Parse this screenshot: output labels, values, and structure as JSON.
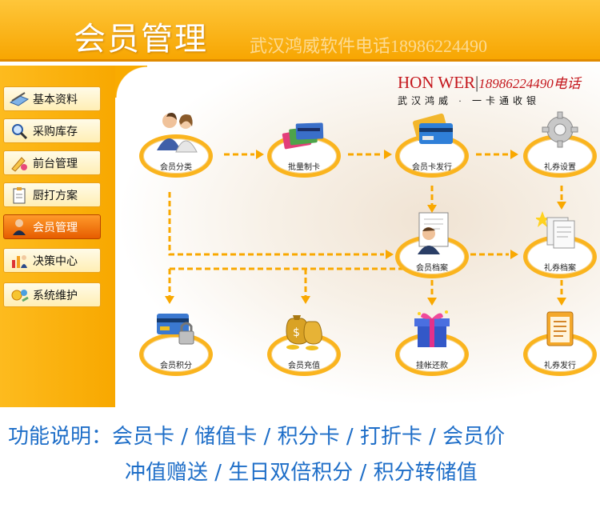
{
  "header": {
    "title": "会员管理",
    "watermark": "武汉鸿威软件电话18986224490"
  },
  "logo": {
    "brand": "HON  WER",
    "phone": "18986224490电话",
    "tagline": "武汉鸿威 · 一卡通收银"
  },
  "sidebar": {
    "items": [
      {
        "label": "基本资料",
        "icon": "notebook-pen-icon",
        "active": false
      },
      {
        "label": "采购库存",
        "icon": "magnifier-icon",
        "active": false
      },
      {
        "label": "前台管理",
        "icon": "pen-tools-icon",
        "active": false
      },
      {
        "label": "厨打方案",
        "icon": "clipboard-icon",
        "active": false
      },
      {
        "label": "会员管理",
        "icon": "person-icon",
        "active": true
      },
      {
        "label": "决策中心",
        "icon": "people-chart-icon",
        "active": false
      },
      {
        "label": "系统维护",
        "icon": "settings-sun-icon",
        "active": false
      }
    ]
  },
  "nodes": {
    "member_category": "会员分类",
    "batch_card": "批量制卡",
    "card_issue": "会员卡发行",
    "coupon_settings": "礼券设置",
    "member_archive": "会员档案",
    "coupon_archive": "礼券档案",
    "member_points": "会员积分",
    "member_recharge": "会员充值",
    "credit_repay": "挂帐还款",
    "coupon_issue": "礼券发行"
  },
  "footer": {
    "line1": "功能说明：会员卡 / 储值卡 / 积分卡 / 打折卡 / 会员价",
    "line2": "冲值赠送 / 生日双倍积分 / 积分转储值"
  },
  "colors": {
    "accent": "#f7a500",
    "flow": "#f9a800",
    "footer_text": "#1e6ec8"
  }
}
